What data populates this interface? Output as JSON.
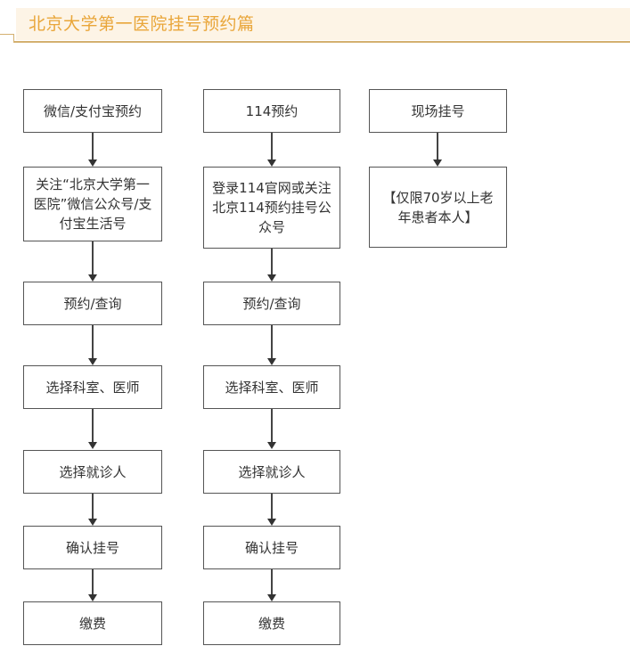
{
  "header": {
    "title": "北京大学第一医院挂号预约篇",
    "title_color": "#e9a63a",
    "band_color": "#fdf4e6",
    "line_color": "#d4b070"
  },
  "flowchart": {
    "columns": [
      {
        "name": "wechat-alipay",
        "steps": [
          {
            "label": "微信/支付宝预约"
          },
          {
            "label": "关注“北京大学第一医院”微信公众号/支付宝生活号"
          },
          {
            "label": "预约/查询"
          },
          {
            "label": "选择科室、医师"
          },
          {
            "label": "选择就诊人"
          },
          {
            "label": "确认挂号"
          },
          {
            "label": "缴费"
          }
        ]
      },
      {
        "name": "114",
        "steps": [
          {
            "label": "114预约"
          },
          {
            "label": "登录114官网或关注北京114预约挂号公众号"
          },
          {
            "label": "预约/查询"
          },
          {
            "label": "选择科室、医师"
          },
          {
            "label": "选择就诊人"
          },
          {
            "label": "确认挂号"
          },
          {
            "label": "缴费"
          }
        ]
      },
      {
        "name": "onsite",
        "steps": [
          {
            "label": "现场挂号"
          },
          {
            "label": "【仅限70岁以上老年患者本人】"
          }
        ]
      }
    ]
  }
}
